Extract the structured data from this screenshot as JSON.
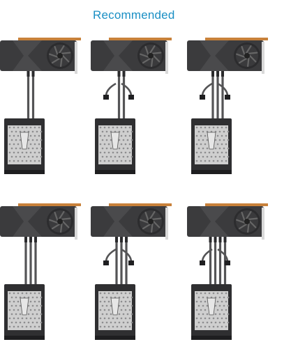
{
  "heading": "Recommended",
  "colors": {
    "heading": "#1a8fc4",
    "gpu_body": "#3b3b3d",
    "gpu_panel": "#4a4a4c",
    "gpu_bracket": "#d9d9d9",
    "gpu_edge": "#c8813a",
    "fan": "#2c2c2e",
    "cable": "#545456",
    "psu_body": "#2f2f31",
    "psu_mesh": "#cfcfcf"
  },
  "diagrams": [
    {
      "row": 1,
      "col": 1,
      "connectors": 1,
      "cables": 2
    },
    {
      "row": 1,
      "col": 2,
      "connectors": 2,
      "cables": 2
    },
    {
      "row": 1,
      "col": 3,
      "connectors": 3,
      "cables": 3
    },
    {
      "row": 2,
      "col": 1,
      "connectors": 3,
      "cables": 3
    },
    {
      "row": 2,
      "col": 2,
      "connectors": 3,
      "cables": 3
    },
    {
      "row": 2,
      "col": 3,
      "connectors": 4,
      "cables": 4
    }
  ]
}
